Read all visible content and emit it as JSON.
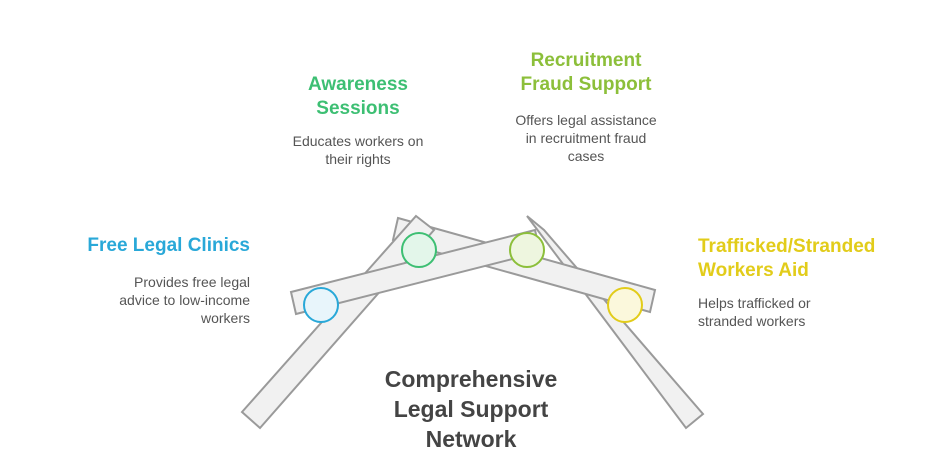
{
  "center_title": [
    "Comprehensive",
    "Legal Support",
    "Network"
  ],
  "items": [
    {
      "title": [
        "Free Legal Clinics"
      ],
      "description": [
        "Provides free legal",
        "advice to low-income",
        "workers"
      ],
      "color": "#29a8d8",
      "fill": "#e8f5fb"
    },
    {
      "title": [
        "Awareness",
        "Sessions"
      ],
      "description": [
        "Educates workers on",
        "their rights"
      ],
      "color": "#3dbf73",
      "fill": "#e3f6ea"
    },
    {
      "title": [
        "Recruitment",
        "Fraud Support"
      ],
      "description": [
        "Offers legal assistance",
        "in recruitment fraud",
        "cases"
      ],
      "color": "#8cbf3a",
      "fill": "#eef6df"
    },
    {
      "title": [
        "Trafficked/Stranded",
        "Workers Aid"
      ],
      "description": [
        "Helps trafficked or",
        "stranded workers"
      ],
      "color": "#e2cc1a",
      "fill": "#fbf8dc"
    }
  ]
}
